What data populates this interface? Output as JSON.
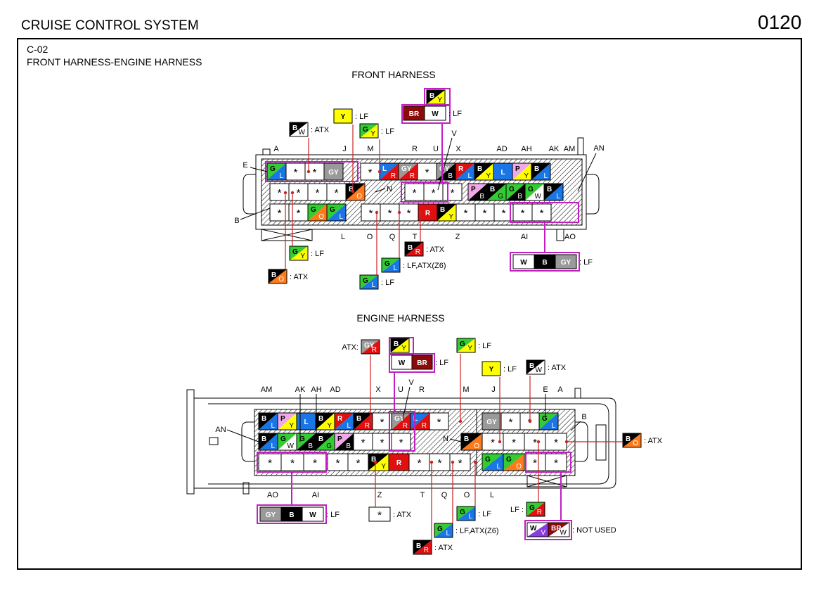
{
  "header": {
    "title": "CRUISE CONTROL SYSTEM",
    "page_number": "0120"
  },
  "connector": {
    "code": "C-02",
    "name": "FRONT HARNESS-ENGINE HARNESS"
  },
  "front": {
    "title": "FRONT HARNESS",
    "top_labels": [
      "A",
      "J",
      "M",
      "R",
      "U",
      "X",
      "AD",
      "AH",
      "AK",
      "AM"
    ],
    "side_labels": [
      "E",
      "B",
      "AN",
      "N",
      "V"
    ],
    "bottom_labels": [
      "L",
      "O",
      "Q",
      "T",
      "Z",
      "AI",
      "AO"
    ],
    "row1": [
      {
        "a": "G",
        "b": "L"
      },
      {
        "a": "*"
      },
      {
        "a": "*"
      },
      {
        "a": "GY"
      },
      {
        "a": "*"
      },
      {
        "a": "L",
        "b": "R"
      },
      {
        "a": "GY",
        "b": "R"
      },
      {
        "a": "*"
      },
      {
        "a": "GY",
        "b": "B"
      },
      {
        "a": "R",
        "b": "L"
      },
      {
        "a": "B",
        "b": "Y"
      },
      {
        "a": "L"
      },
      {
        "a": "P",
        "b": "Y"
      },
      {
        "a": "B",
        "b": "L"
      }
    ],
    "row2": [
      {
        "a": "*"
      },
      {
        "a": "*"
      },
      {
        "a": "*"
      },
      {
        "a": "*"
      },
      {
        "a": "B",
        "b": "O"
      },
      {
        "a": "*"
      },
      {
        "a": "*"
      },
      {
        "a": "*"
      },
      {
        "a": "P",
        "b": "B"
      },
      {
        "a": "B",
        "b": "G"
      },
      {
        "a": "G",
        "b": "B"
      },
      {
        "a": "G",
        "b": "W"
      },
      {
        "a": "B",
        "b": "L"
      }
    ],
    "row3": [
      {
        "a": "*"
      },
      {
        "a": "*"
      },
      {
        "a": "G",
        "b": "O"
      },
      {
        "a": "G",
        "b": "L"
      },
      {
        "a": "*"
      },
      {
        "a": "*"
      },
      {
        "a": "*"
      },
      {
        "a": "R"
      },
      {
        "a": "B",
        "b": "Y"
      },
      {
        "a": "*"
      },
      {
        "a": "*"
      },
      {
        "a": "*"
      },
      {
        "a": "*"
      },
      {
        "a": "*"
      }
    ],
    "callouts": [
      {
        "wires": [
          {
            "a": "B",
            "b": "W"
          }
        ],
        "text": ": ATX"
      },
      {
        "wires": [
          {
            "a": "Y"
          }
        ],
        "text": ": LF"
      },
      {
        "wires": [
          {
            "a": "G",
            "b": "Y"
          }
        ],
        "text": ": LF"
      },
      {
        "wires": [
          {
            "a": "B",
            "b": "Y"
          },
          {
            "a": "BR"
          },
          {
            "a": "W"
          }
        ],
        "text": ": LF"
      },
      {
        "wires": [
          {
            "a": "G",
            "b": "Y"
          }
        ],
        "text": ": LF"
      },
      {
        "wires": [
          {
            "a": "B",
            "b": "O"
          }
        ],
        "text": ": ATX"
      },
      {
        "wires": [
          {
            "a": "B",
            "b": "R"
          }
        ],
        "text": ": ATX"
      },
      {
        "wires": [
          {
            "a": "G",
            "b": "L"
          }
        ],
        "text": ": LF,ATX(Z6)"
      },
      {
        "wires": [
          {
            "a": "G",
            "b": "L"
          }
        ],
        "text": ": LF"
      },
      {
        "wires": [
          {
            "a": "W"
          },
          {
            "a": "B"
          },
          {
            "a": "GY"
          }
        ],
        "text": ": LF"
      }
    ]
  },
  "engine": {
    "title": "ENGINE HARNESS",
    "top_labels": [
      "AM",
      "AK",
      "AH",
      "AD",
      "X",
      "U",
      "R",
      "M",
      "J",
      "E",
      "A"
    ],
    "side_labels": [
      "AN",
      "B",
      "N",
      "V"
    ],
    "bottom_labels": [
      "AO",
      "AI",
      "Z",
      "T",
      "Q",
      "O",
      "L"
    ],
    "row1": [
      {
        "a": "B",
        "b": "L"
      },
      {
        "a": "P",
        "b": "Y"
      },
      {
        "a": "L"
      },
      {
        "a": "B",
        "b": "Y"
      },
      {
        "a": "R",
        "b": "L"
      },
      {
        "a": "B",
        "b": "R"
      },
      {
        "a": "*"
      },
      {
        "a": "GY",
        "b": "R"
      },
      {
        "a": "L",
        "b": "R"
      },
      {
        "a": "*"
      },
      {
        "a": "GY"
      },
      {
        "a": "*"
      },
      {
        "a": "*"
      },
      {
        "a": "G",
        "b": "L"
      }
    ],
    "row2": [
      {
        "a": "B",
        "b": "L"
      },
      {
        "a": "G",
        "b": "W"
      },
      {
        "a": "G",
        "b": "B"
      },
      {
        "a": "B",
        "b": "G"
      },
      {
        "a": "P",
        "b": "B"
      },
      {
        "a": "*"
      },
      {
        "a": "*"
      },
      {
        "a": "*"
      },
      {
        "a": "B",
        "b": "O"
      },
      {
        "a": "*"
      },
      {
        "a": "*"
      },
      {
        "a": "*"
      },
      {
        "a": "*"
      }
    ],
    "row3": [
      {
        "a": "*"
      },
      {
        "a": "*"
      },
      {
        "a": "*"
      },
      {
        "a": "*"
      },
      {
        "a": "*"
      },
      {
        "a": "B",
        "b": "Y"
      },
      {
        "a": "R"
      },
      {
        "a": "*"
      },
      {
        "a": "*"
      },
      {
        "a": "*"
      },
      {
        "a": "G",
        "b": "L"
      },
      {
        "a": "G",
        "b": "O"
      },
      {
        "a": "*"
      },
      {
        "a": "*"
      }
    ],
    "callouts": [
      {
        "wires": [
          {
            "a": "GY",
            "b": "R"
          }
        ],
        "text": "ATX:"
      },
      {
        "wires": [
          {
            "a": "B",
            "b": "Y"
          },
          {
            "a": "W"
          },
          {
            "a": "BR"
          }
        ],
        "text": ": LF"
      },
      {
        "wires": [
          {
            "a": "G",
            "b": "Y"
          }
        ],
        "text": ": LF"
      },
      {
        "wires": [
          {
            "a": "Y"
          }
        ],
        "text": ": LF"
      },
      {
        "wires": [
          {
            "a": "B",
            "b": "W"
          }
        ],
        "text": ": ATX"
      },
      {
        "wires": [
          {
            "a": "B",
            "b": "O"
          }
        ],
        "text": ": ATX"
      },
      {
        "wires": [
          {
            "a": "GY"
          },
          {
            "a": "B"
          },
          {
            "a": "W"
          }
        ],
        "text": ": LF"
      },
      {
        "wires": [
          {
            "a": "*"
          }
        ],
        "text": ": ATX"
      },
      {
        "wires": [
          {
            "a": "G",
            "b": "L"
          }
        ],
        "text": ": LF"
      },
      {
        "wires": [
          {
            "a": "G",
            "b": "L"
          }
        ],
        "text": ": LF,ATX(Z6)"
      },
      {
        "wires": [
          {
            "a": "B",
            "b": "R"
          }
        ],
        "text": ": ATX"
      },
      {
        "wires": [
          {
            "a": "G",
            "b": "R"
          }
        ],
        "text": "LF :"
      },
      {
        "wires": [
          {
            "a": "W",
            "b": "V"
          },
          {
            "a": "BR",
            "b": "W"
          }
        ],
        "text": ": NOT USED"
      }
    ]
  },
  "wire_colors": {
    "B": "#000000",
    "W": "#ffffff",
    "Y": "#ffff00",
    "G": "#33cc33",
    "L": "#1a75e6",
    "R": "#e01010",
    "O": "#ff7a1a",
    "GY": "#9a9a9a",
    "P": "#f0a8e8",
    "BR": "#8b0a0a",
    "V": "#8a3ce0",
    "*": "#ffffff"
  },
  "accent": "#c020c0",
  "lead_color": "#cc2222"
}
